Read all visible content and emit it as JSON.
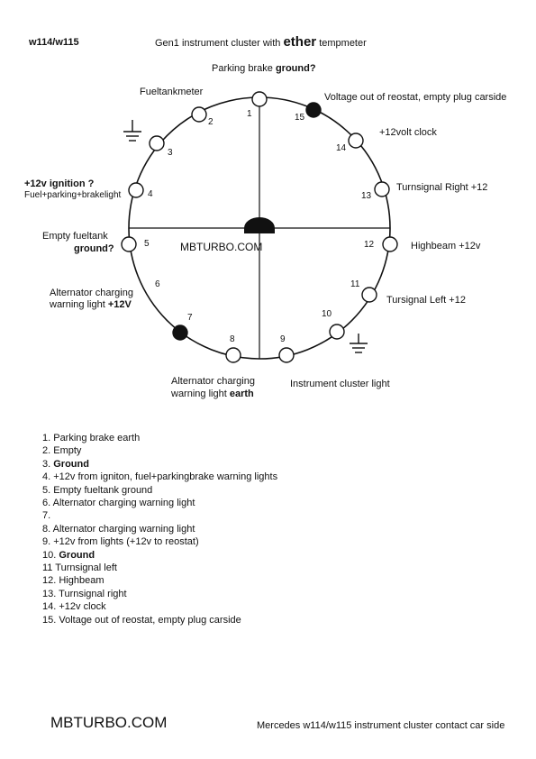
{
  "header": {
    "model": "w114/w115",
    "title_prefix": "Gen1 instrument cluster with ",
    "title_emphasis": "ether",
    "title_suffix": " tempmeter"
  },
  "center_label": "MBTURBO.COM",
  "pins": [
    {
      "number": "1",
      "filled": false
    },
    {
      "number": "2",
      "filled": false
    },
    {
      "number": "3",
      "filled": false
    },
    {
      "number": "4",
      "filled": false
    },
    {
      "number": "5",
      "filled": false
    },
    {
      "number": "6",
      "filled": false
    },
    {
      "number": "7",
      "filled": true
    },
    {
      "number": "8",
      "filled": false
    },
    {
      "number": "9",
      "filled": false
    },
    {
      "number": "10",
      "filled": false
    },
    {
      "number": "11",
      "filled": false
    },
    {
      "number": "12",
      "filled": false
    },
    {
      "number": "13",
      "filled": false
    },
    {
      "number": "14",
      "filled": false
    },
    {
      "number": "15",
      "filled": true
    }
  ],
  "labels": {
    "parking_brake": {
      "text": "Parking brake ",
      "bold": "ground?"
    },
    "fueltankmeter": "Fueltankmeter",
    "ignition_title": "+12v ignition ?",
    "ignition_sub": "Fuel+parking+brakelight",
    "empty_fueltank": "Empty fueltank",
    "empty_fueltank_bold": "ground?",
    "alt_warning_line1": "Alternator charging",
    "alt_warning_line2": "warning light ",
    "alt_warning_bold": "+12V",
    "alt_earth_line1": "Alternator charging",
    "alt_earth_line2": "warning light ",
    "alt_earth_bold": "earth",
    "instrument_light": "Instrument cluster light",
    "turn_left": "Tursignal Left +12",
    "highbeam": "Highbeam +12v",
    "turn_right": "Turnsignal Right +12",
    "clock": "+12volt clock",
    "reostat": "Voltage out of reostat, empty plug carside"
  },
  "legend": [
    {
      "text": "1. Parking brake earth",
      "bold": false
    },
    {
      "text": "2. Empty",
      "bold": false
    },
    {
      "text": "3. ",
      "bold_part": "Ground"
    },
    {
      "text": "4. +12v from igniton, fuel+parkingbrake warning lights",
      "bold": false
    },
    {
      "text": "5. Empty fueltank ground",
      "bold": false
    },
    {
      "text": "6. Alternator charging warning light",
      "bold": false
    },
    {
      "text": "7.",
      "bold": false
    },
    {
      "text": "8. Alternator charging warning light",
      "bold": false
    },
    {
      "text": "9. +12v from lights (+12v to reostat)",
      "bold": false
    },
    {
      "text": "10. ",
      "bold_part": "Ground"
    },
    {
      "text": "11  Turnsignal left",
      "bold": false
    },
    {
      "text": "12. Highbeam",
      "bold": false
    },
    {
      "text": "13. Turnsignal right",
      "bold": false
    },
    {
      "text": "14. +12v clock",
      "bold": false
    },
    {
      "text": "15. Voltage out of reostat, empty plug carside",
      "bold": false
    }
  ],
  "footer": {
    "brand": "MBTURBO.COM",
    "caption": "Mercedes w114/w115 instrument cluster contact car side"
  },
  "icons": [
    "ground-symbol-icon",
    "ground-symbol-icon"
  ]
}
